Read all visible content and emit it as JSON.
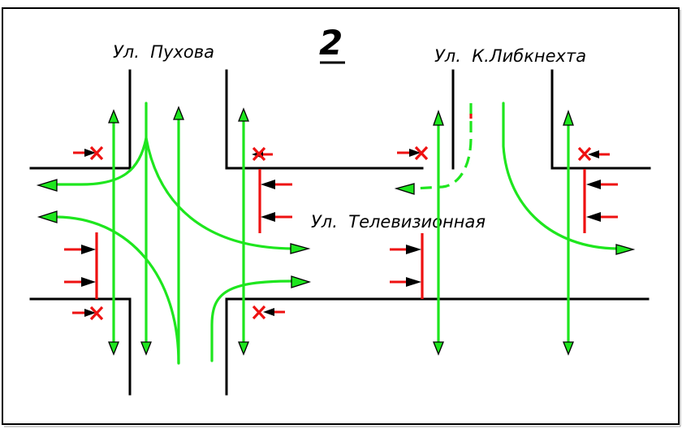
{
  "diagram": {
    "title_number": "2",
    "title_underlined": true,
    "streets": {
      "pukhova": "Ул.  Пухова",
      "liebknecht": "Ул.  К.Либкнехта",
      "televizionnaya": "Ул.  Телевизионная"
    },
    "colors": {
      "vehicle_flow": "#1ee61e",
      "stop_line": "#ee1111",
      "pedestrian_arrow_tail": "#ee1111",
      "pedestrian_arrow_head": "#000000",
      "prohibited_cross": "#ee1111",
      "curb": "#000000"
    },
    "legend_semantics": {
      "green_arrows": "vehicle traffic directions",
      "red_line_with_arrows": "pedestrian crossing (allowed)",
      "red_cross_with_arrow": "pedestrian crossing (prohibited)",
      "dashed_green": "conditional / secondary movement"
    },
    "intersections": [
      {
        "name": "Пухова × Телевизионная",
        "vehicle_movements": [
          "straight north (x2)",
          "straight south (x2)",
          "left/right turns west",
          "turns east",
          "right turn from south to east"
        ],
        "pedestrian_crossings_allowed": 2,
        "pedestrian_crossings_prohibited": 4
      },
      {
        "name": "К.Либкнехта × Телевизионная",
        "vehicle_movements": [
          "straight north (x2)",
          "straight south (x2)",
          "right turn to west (dashed)",
          "right turn to east"
        ],
        "pedestrian_crossings_allowed": 2,
        "pedestrian_crossings_prohibited": 2
      }
    ]
  }
}
